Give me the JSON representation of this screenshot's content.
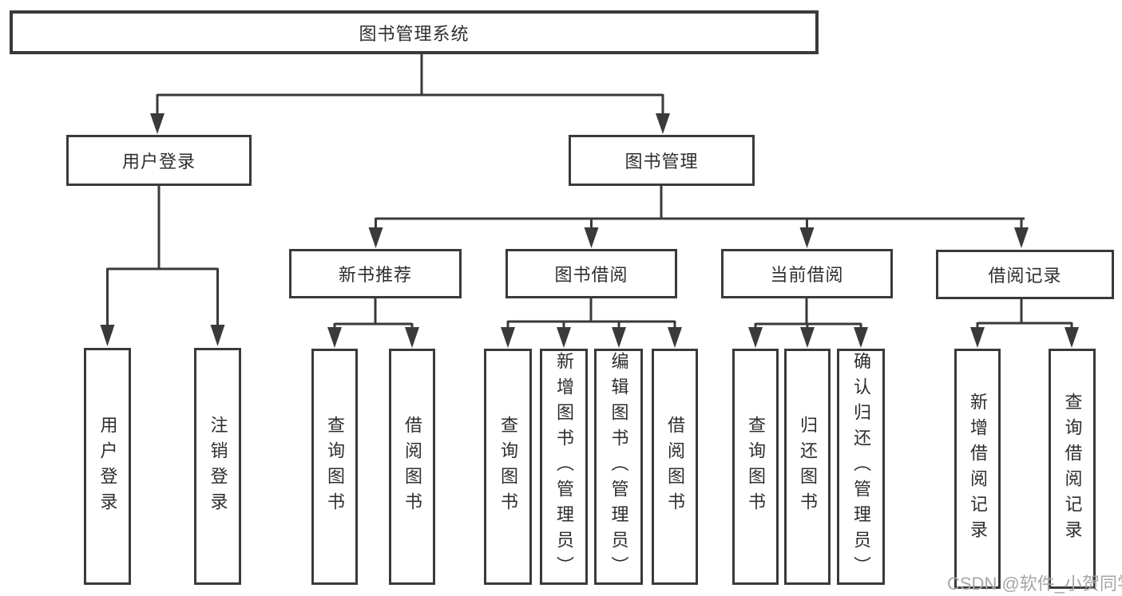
{
  "tree": {
    "root": {
      "label": "图书管理系统"
    },
    "user_login": {
      "label": "用户登录",
      "children": [
        {
          "label": "用户登录"
        },
        {
          "label": "注销登录"
        }
      ]
    },
    "book_mgmt": {
      "label": "图书管理",
      "children": [
        {
          "label": "新书推荐",
          "children": [
            {
              "label": "查询图书"
            },
            {
              "label": "借阅图书"
            }
          ]
        },
        {
          "label": "图书借阅",
          "children": [
            {
              "label": "查询图书"
            },
            {
              "label": "新增图书（管理员）"
            },
            {
              "label": "编辑图书（管理员）"
            },
            {
              "label": "借阅图书"
            }
          ]
        },
        {
          "label": "当前借阅",
          "children": [
            {
              "label": "查询图书"
            },
            {
              "label": "归还图书"
            },
            {
              "label": "确认归还（管理员）"
            }
          ]
        },
        {
          "label": "借阅记录",
          "children": [
            {
              "label": "新增借阅记录"
            },
            {
              "label": "查询借阅记录"
            }
          ]
        }
      ]
    }
  },
  "watermark": {
    "text": "CSDN @软件_小贺同学",
    "color": "#a6a6a6"
  },
  "colors": {
    "line": "#3a3a3a",
    "text": "#2e2e2e",
    "background": "#ffffff"
  }
}
